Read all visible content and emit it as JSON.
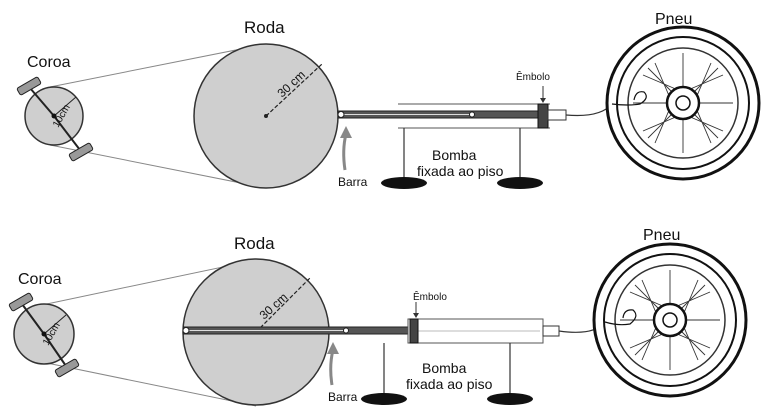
{
  "panels": [
    {
      "coroa_label": "Coroa",
      "coroa_radius_label": "10cm",
      "roda_label": "Roda",
      "roda_radius_label": "30 cm",
      "embolo_label": "Êmbolo",
      "bomba_label_line1": "Bomba",
      "bomba_label_line2": "fixada ao piso",
      "barra_label": "Barra",
      "pneu_label": "Pneu"
    },
    {
      "coroa_label": "Coroa",
      "coroa_radius_label": "10cm",
      "roda_label": "Roda",
      "roda_radius_label": "30 cm",
      "embolo_label": "Êmbolo",
      "bomba_label_line1": "Bomba",
      "bomba_label_line2": "fixada ao piso",
      "barra_label": "Barra",
      "pneu_label": "Pneu"
    }
  ]
}
